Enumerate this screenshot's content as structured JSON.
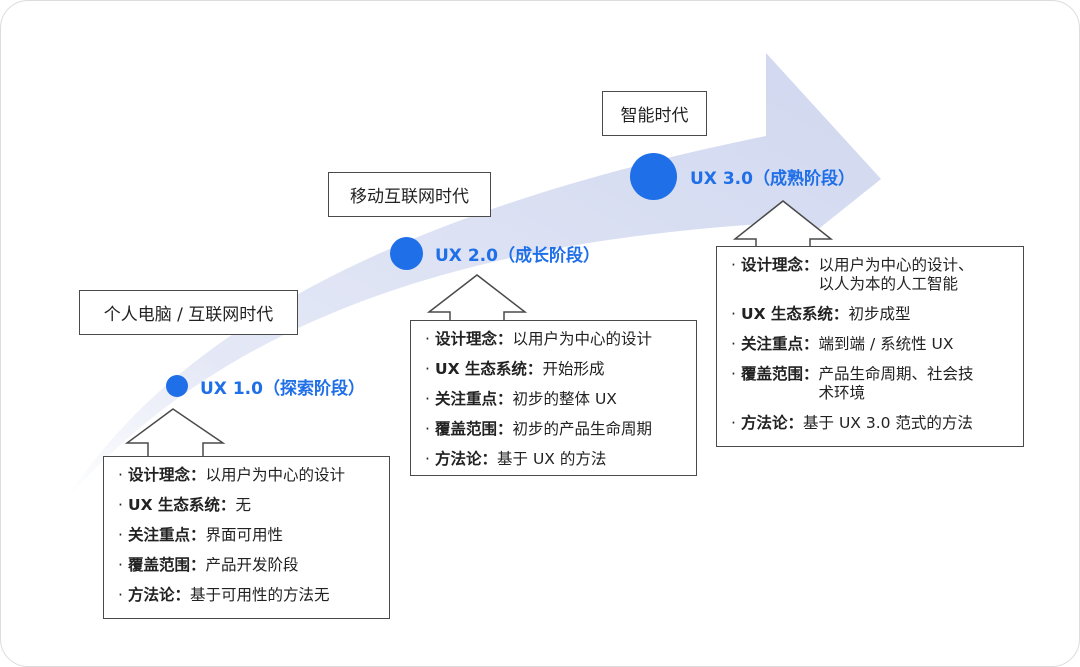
{
  "eras": {
    "era1": "个人电脑 / 互联网时代",
    "era2": "移动互联网时代",
    "era3": "智能时代"
  },
  "stages": {
    "stage1": "UX 1.0（探索阶段）",
    "stage2": "UX 2.0（成长阶段）",
    "stage3": "UX 3.0（成熟阶段）"
  },
  "bullet": "·",
  "details": {
    "stage1": [
      {
        "key": "设计理念：",
        "value": "以用户为中心的设计"
      },
      {
        "key": "UX 生态系统：",
        "value": "无"
      },
      {
        "key": "关注重点：",
        "value": "界面可用性"
      },
      {
        "key": "覆盖范围：",
        "value": "产品开发阶段"
      },
      {
        "key": "方法论：",
        "value": "基于可用性的方法无"
      }
    ],
    "stage2": [
      {
        "key": "设计理念：",
        "value": "以用户为中心的设计"
      },
      {
        "key": "UX 生态系统：",
        "value": "开始形成"
      },
      {
        "key": "关注重点：",
        "value": "初步的整体 UX"
      },
      {
        "key": "覆盖范围：",
        "value": "初步的产品生命周期"
      },
      {
        "key": "方法论：",
        "value": "基于 UX 的方法"
      }
    ],
    "stage3": [
      {
        "key": "设计理念：",
        "value": "以用户为中心的设计、\n以人为本的人工智能"
      },
      {
        "key": "UX 生态系统：",
        "value": "初步成型"
      },
      {
        "key": "关注重点：",
        "value": "端到端 / 系统性 UX"
      },
      {
        "key": "覆盖范围：",
        "value": "产品生命周期、社会技\n术环境"
      },
      {
        "key": "方法论：",
        "value": "基于 UX 3.0 范式的方法"
      }
    ]
  },
  "colors": {
    "accent": "#1f6fe8",
    "arrow": "#d5daf0",
    "border": "#4a4a4a"
  }
}
